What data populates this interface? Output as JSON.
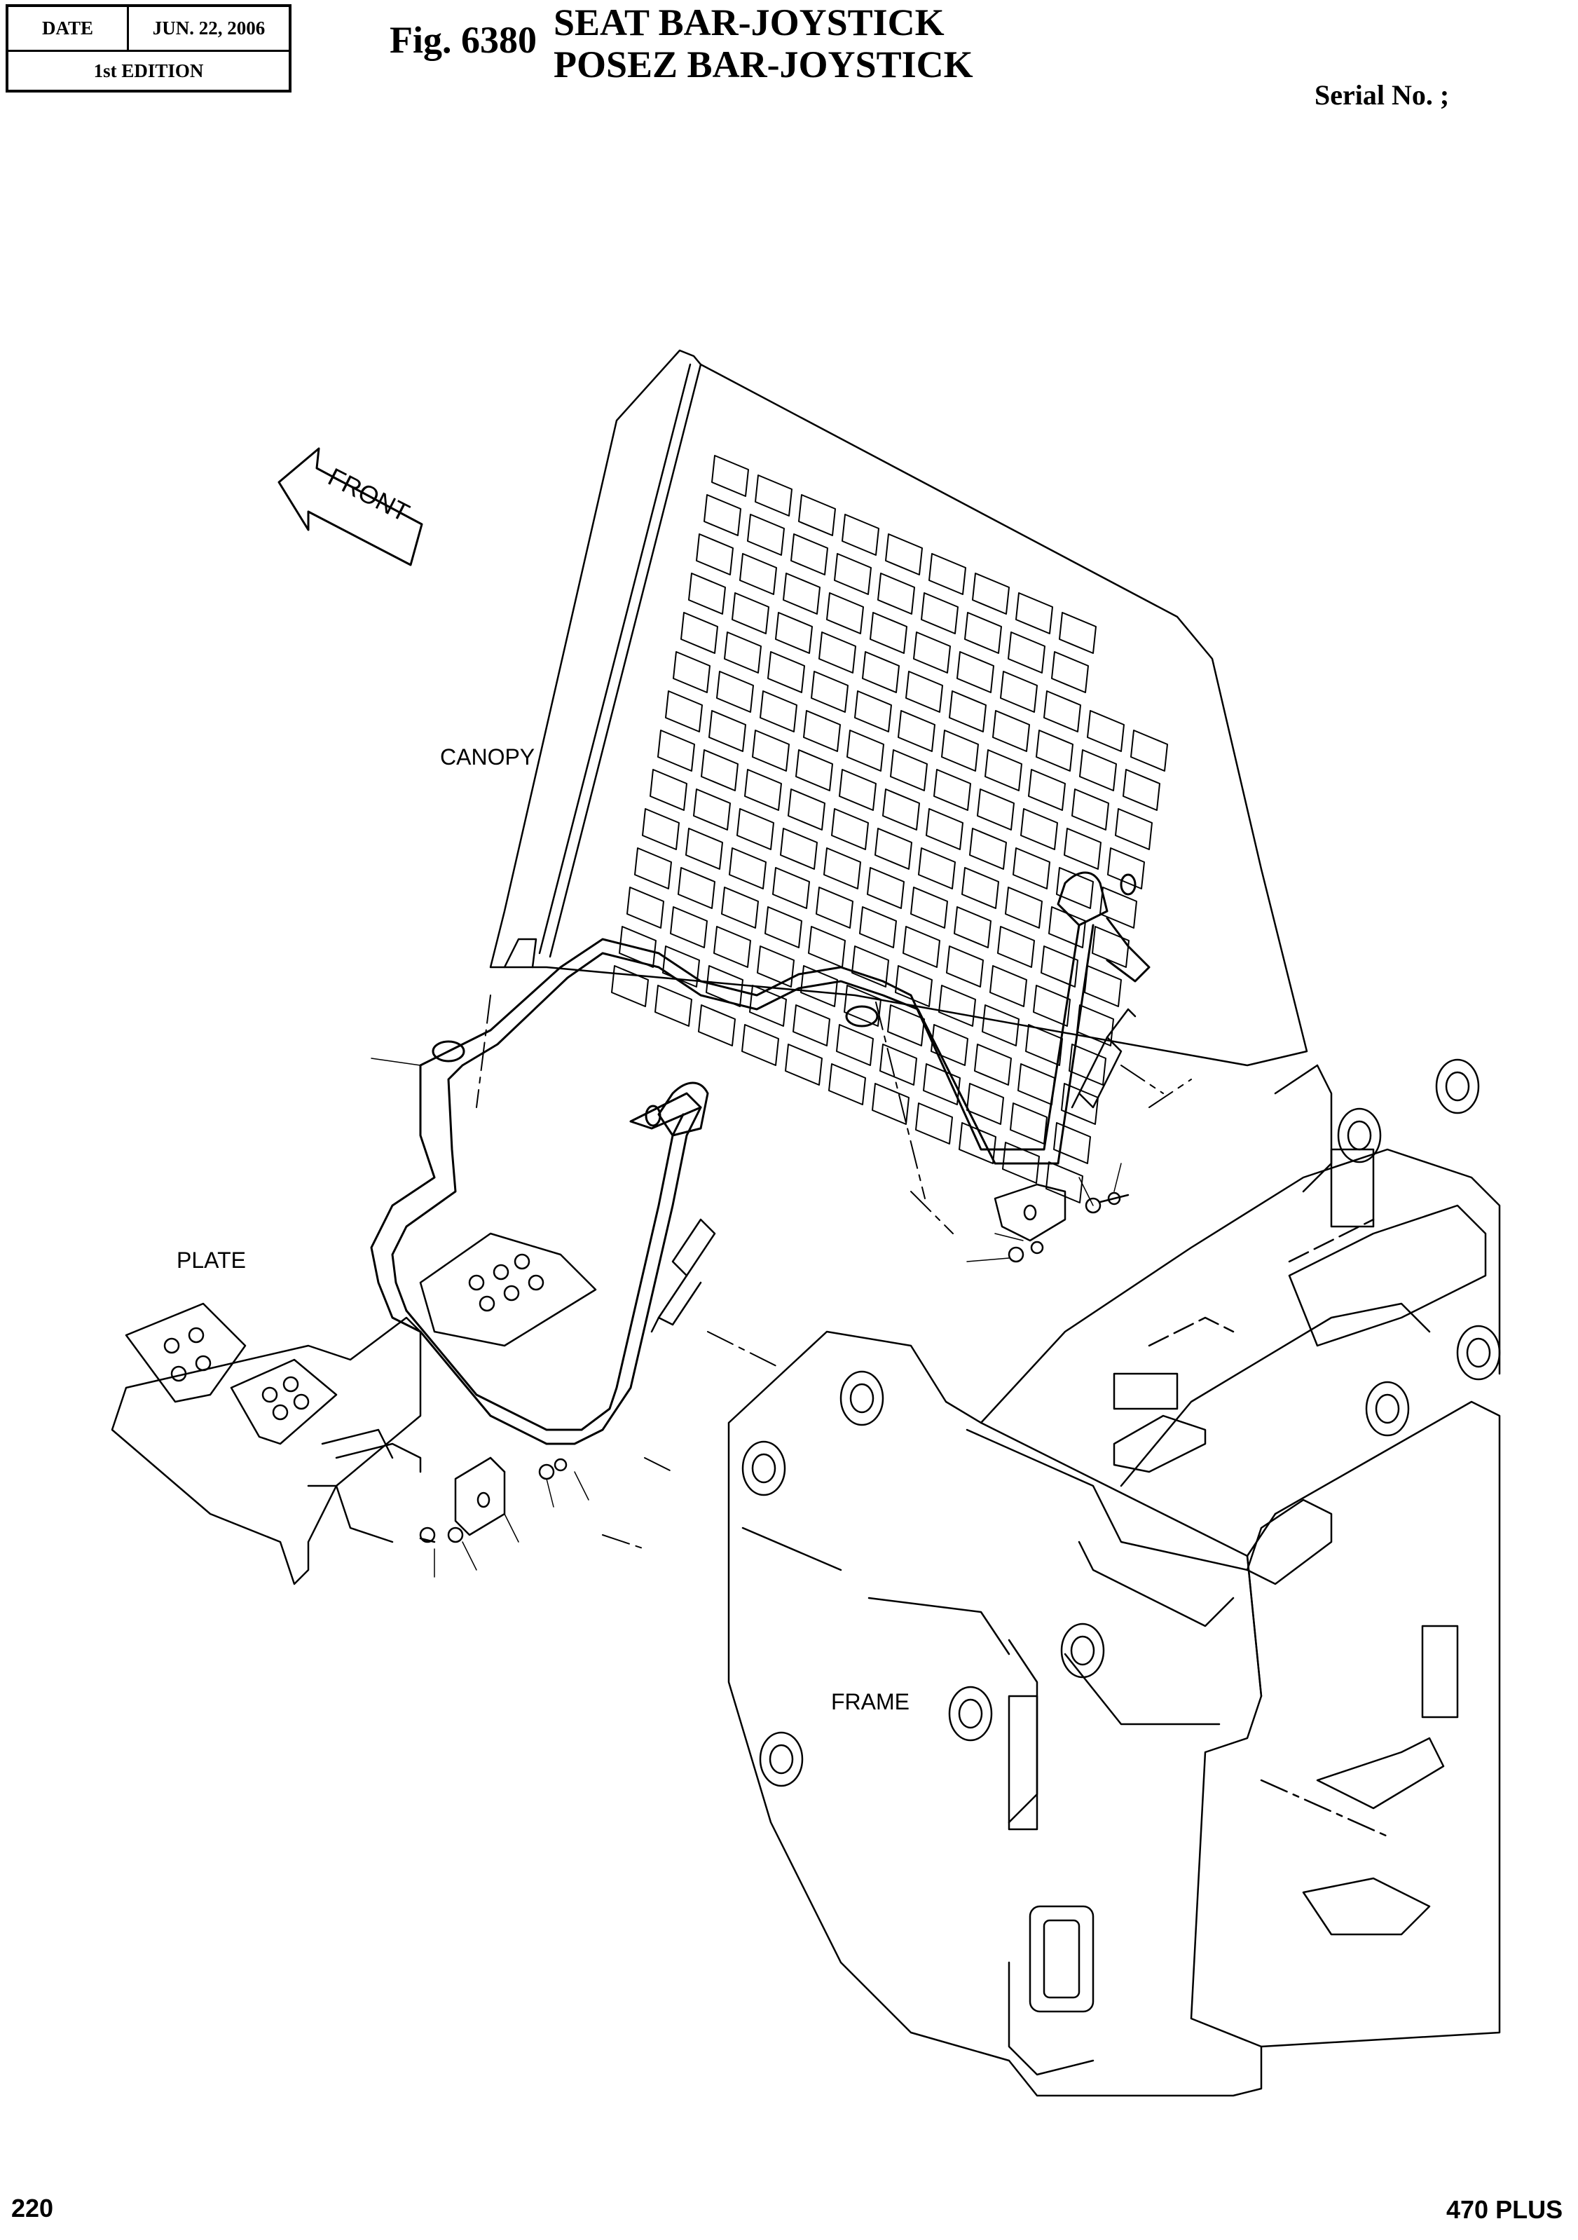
{
  "header": {
    "date_label": "DATE",
    "date_value": "JUN. 22, 2006",
    "edition": "1st EDITION"
  },
  "figure": {
    "number": "Fig. 6380",
    "title_line1": "SEAT  BAR-JOYSTICK",
    "title_line2": "POSEZ  BAR-JOYSTICK"
  },
  "serial_label": "Serial No. ;",
  "diagram": {
    "direction_arrow": "FRONT",
    "labels": {
      "canopy": "CANOPY",
      "plate": "PLATE",
      "frame": "FRAME"
    }
  },
  "footer": {
    "page_number": "220",
    "model": "470 PLUS"
  }
}
